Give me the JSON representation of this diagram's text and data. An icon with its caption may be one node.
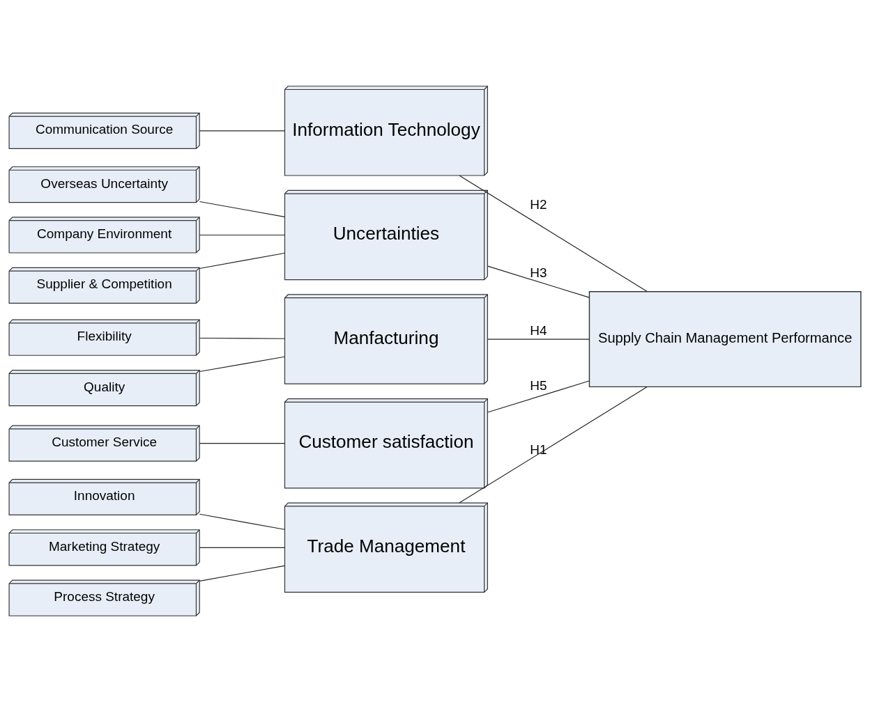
{
  "diagram": {
    "nodes": [
      {
        "text": [
          "Innovation"
        ]
      },
      {
        "text": [
          "Process Strategy"
        ]
      },
      {
        "text": [
          "Marketing Strategy"
        ]
      },
      {
        "text": [
          "Communication Source"
        ]
      },
      {
        "text": [
          "Company Environment"
        ]
      },
      {
        "text": [
          "Supplier & Competition"
        ]
      },
      {
        "text": [
          "Overseas Uncertainty"
        ]
      },
      {
        "text": [
          "Flexibility"
        ]
      },
      {
        "text": [
          "Quality"
        ]
      },
      {
        "text": [
          "Customer Service"
        ]
      },
      {
        "text": [
          "Trade Management"
        ]
      },
      {
        "text": [
          "Information Technology"
        ]
      },
      {
        "text": [
          "Uncertainties"
        ]
      },
      {
        "text": [
          "Manfacturing"
        ]
      },
      {
        "text": [
          "Customer satisfaction"
        ]
      },
      {
        "text": [
          "Supply Chain Management Performance"
        ]
      }
    ],
    "edges": [
      {
        "from": 0,
        "to": 10,
        "arrow": "none"
      },
      {
        "from": 1,
        "to": 10,
        "arrow": "none"
      },
      {
        "from": 2,
        "to": 10,
        "arrow": "none"
      },
      {
        "from": 3,
        "to": 11,
        "arrow": "none"
      },
      {
        "from": 4,
        "to": 12,
        "arrow": "none"
      },
      {
        "from": 5,
        "to": 12,
        "arrow": "none"
      },
      {
        "from": 6,
        "to": 12,
        "arrow": "none"
      },
      {
        "from": 7,
        "to": 13,
        "arrow": "none"
      },
      {
        "from": 8,
        "to": 13,
        "arrow": "none"
      },
      {
        "from": 9,
        "to": 14,
        "arrow": "none"
      },
      {
        "from": 10,
        "to": 15,
        "arrow": "none",
        "label": "H1"
      },
      {
        "from": 11,
        "to": 15,
        "arrow": "none",
        "label": "H2"
      },
      {
        "from": 12,
        "to": 15,
        "arrow": "none",
        "label": "H3"
      },
      {
        "from": 13,
        "to": 15,
        "arrow": "none",
        "label": "H4"
      },
      {
        "from": 14,
        "to": 15,
        "arrow": "none",
        "label": "H5"
      }
    ]
  }
}
